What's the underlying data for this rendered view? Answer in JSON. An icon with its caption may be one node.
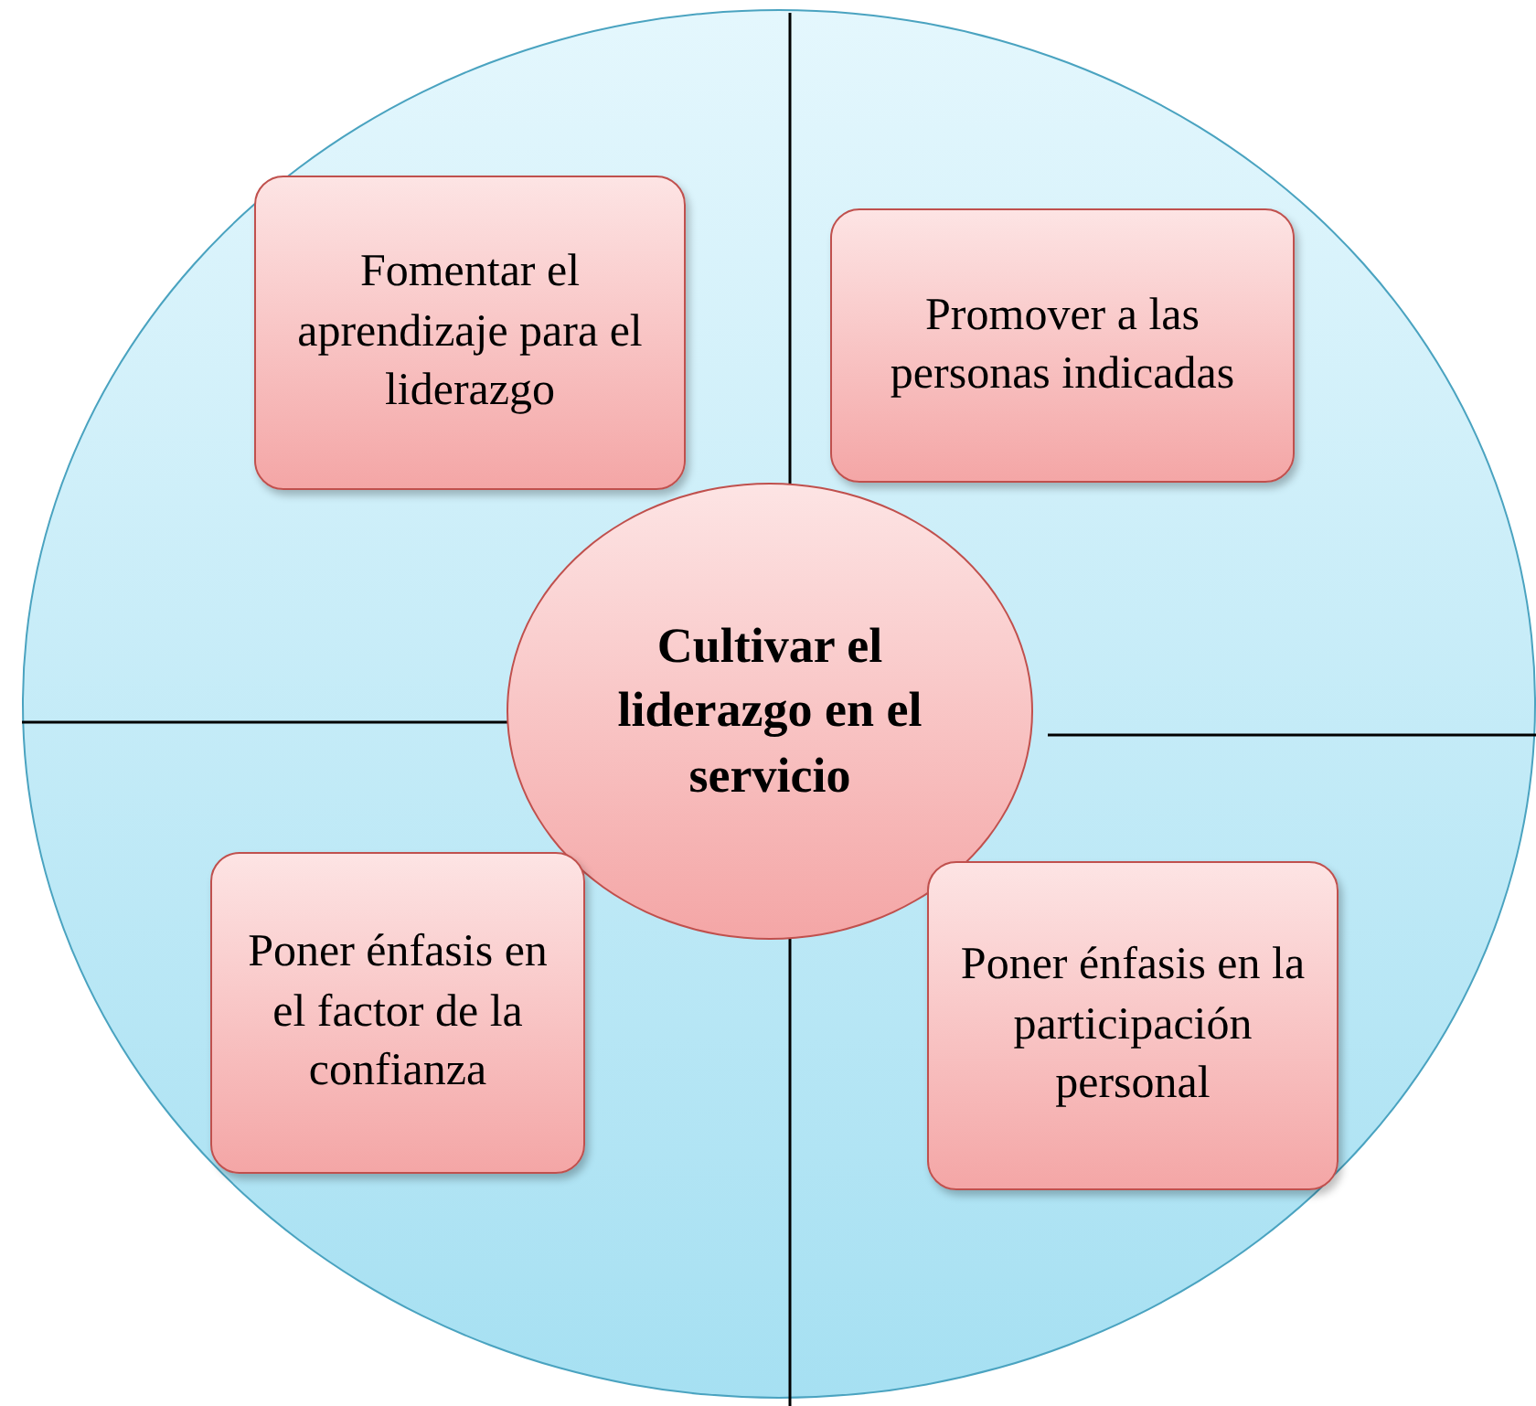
{
  "diagram": {
    "nodes": [
      {
        "text": [],
        "shape": "circle"
      },
      {
        "text": [
          "Fomentar el aprendizaje para el liderazgo"
        ],
        "in": 0
      },
      {
        "text": [
          "Promover a las personas indicadas"
        ],
        "in": 0
      },
      {
        "text": [
          "Cultivar el liderazgo en el servicio"
        ],
        "in": 0
      },
      {
        "text": [
          "Poner énfasis en el factor de la confianza"
        ],
        "in": 0
      },
      {
        "text": [
          "Poner énfasis en la participación personal"
        ],
        "in": 0
      }
    ]
  }
}
